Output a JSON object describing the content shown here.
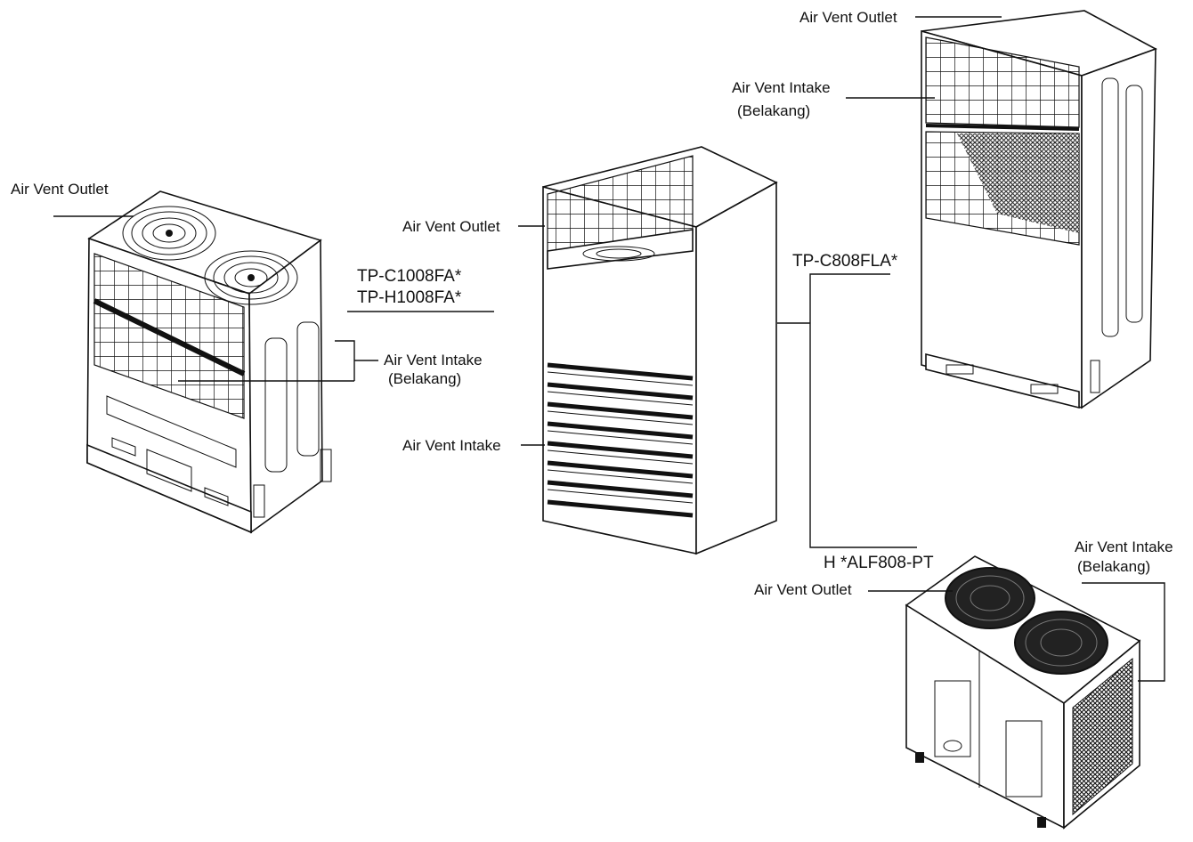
{
  "units": {
    "left": {
      "outlet_label": "Air Vent Outlet",
      "intake_label": "Air Vent Intake",
      "intake_sub": "(Belakang)",
      "model_1": "TP-C1008FA*",
      "model_2": "TP-H1008FA*"
    },
    "center": {
      "outlet_label": "Air Vent Outlet",
      "intake_label": "Air Vent Intake"
    },
    "top_right": {
      "outlet_label": "Air Vent Outlet",
      "intake_label": "Air Vent Intake",
      "intake_sub": "(Belakang)",
      "model": "TP-C808FLA*"
    },
    "bottom_right": {
      "outlet_label": "Air Vent Outlet",
      "intake_label": "Air Vent Intake",
      "intake_sub": "(Belakang)",
      "model": "H *ALF808-PT"
    }
  },
  "colors": {
    "line": "#111111",
    "background": "#ffffff"
  }
}
